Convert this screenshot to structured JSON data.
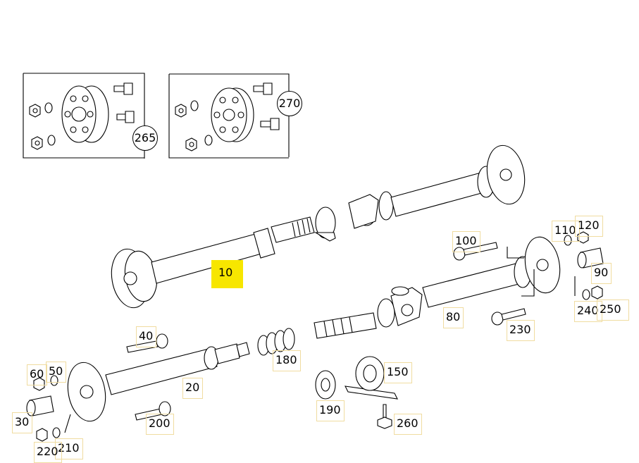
{
  "diagram": {
    "selected_part": "10",
    "callouts": {
      "c10": "10",
      "c20": "20",
      "c30": "30",
      "c40": "40",
      "c50": "50",
      "c60": "60",
      "c80": "80",
      "c90": "90",
      "c100": "100",
      "c110": "110",
      "c120": "120",
      "c150": "150",
      "c180": "180",
      "c190": "190",
      "c200": "200",
      "c210": "210",
      "c220": "220",
      "c230": "230",
      "c240": "240",
      "c250": "250",
      "c260": "260"
    },
    "kits": {
      "k265": "265",
      "k270": "270"
    }
  },
  "colors": {
    "highlight": "#f7e600",
    "callout_border": "#f0dca0",
    "line": "#000000"
  }
}
